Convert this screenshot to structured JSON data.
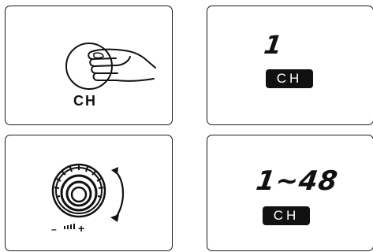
{
  "steps": {
    "press": {
      "button_label": "CH",
      "icon": "finger-press-icon"
    },
    "press_result": {
      "channel": "1",
      "badge": "CH"
    },
    "rotate": {
      "minus": "–",
      "plus": "+",
      "icon": "rotary-knob-icon",
      "arrow_icon": "rotate-arrow-icon"
    },
    "rotate_result": {
      "channel_range": "1~48",
      "badge": "CH"
    }
  }
}
